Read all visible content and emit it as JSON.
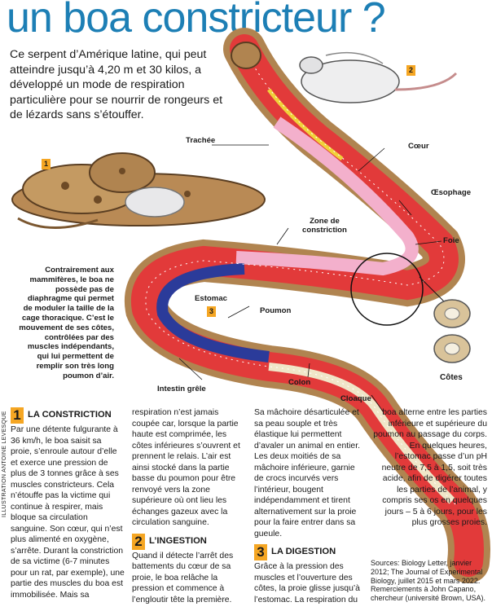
{
  "title": "un boa constricteur ?",
  "intro": "Ce serpent d’Amérique latine, qui peut atteindre jusqu’à 4,20 m et 30 kilos, a développé un mode de respiration particulière pour se nourrir de rongeurs et de lézards sans s’étouffer.",
  "badges": {
    "b1": "1",
    "b2": "2",
    "b3": "3"
  },
  "labels": {
    "trachee": "Trachée",
    "coeur": "Cœur",
    "oesophage": "Œsophage",
    "zone1": "Zone de",
    "zone2": "constriction",
    "foie": "Foie",
    "estomac": "Estomac",
    "poumon": "Poumon",
    "intestin": "Intestin grêle",
    "colon": "Colon",
    "cloaque": "Cloaque",
    "cotes": "Côtes"
  },
  "side_note": "Contrairement aux mammifères, le boa ne possède pas de diaphragme qui permet de moduler la taille de la cage thoracique. C’est le mouvement de ses côtes, contrôlées par des muscles indépendants, qui lui permettent de remplir son très long poumon d’air.",
  "sections": {
    "s1": {
      "num": "1",
      "title": "LA CONSTRICTION",
      "text": "Par une détente fulgurante à 36 km/h, le boa saisit sa proie, s’enroule autour d’elle et exerce une pression de plus de 3 tonnes grâce à ses muscles constricteurs. Cela n’étouffe pas la victime qui continue à respirer, mais bloque sa circulation sanguine. Son cœur, qui n’est plus alimenté en oxygène, s’arrête. Durant la constriction de sa victime (6-7 minutes pour un rat, par exemple), une partie des muscles du boa est immobilisée. Mais sa"
    },
    "s1_cont": "respiration n’est jamais coupée car, lorsque la partie haute est comprimée, les côtes inférieures s’ouvrent et prennent le relais. L’air est ainsi stocké dans la partie basse du poumon pour être renvoyé vers la zone supérieure où ont lieu les échanges gazeux avec la circulation sanguine.",
    "s2": {
      "num": "2",
      "title": "L’INGESTION",
      "text": "Quand il détecte l’arrêt des battements du cœur de sa proie, le boa relâche la pression et commence à l’engloutir tête la première."
    },
    "s2_cont": "Sa mâchoire désarticulée et sa peau souple et très élastique lui permettent d’avaler un animal en entier. Les deux moitiés de sa mâchoire inférieure, garnie de crocs incurvés vers l’intérieur, bougent indépendamment et tirent alternativement sur la proie pour la faire entrer dans sa gueule.",
    "s3": {
      "num": "3",
      "title": "LA DIGESTION",
      "text": "Grâce à la pression des muscles et l’ouverture des côtes, la proie glisse jusqu’à l’estomac. La respiration du"
    },
    "s3_cont": "boa alterne entre les parties inférieure et supérieure du poumon au passage du corps. En quelques heures, l’estomac passe d’un pH neutre de 7,5 à 1,5, soit très acide, afin de digérer toutes les parties de l’animal, y compris ses os en quelques jours – 5 à 6 jours, pour les plus grosses proies."
  },
  "credit": "ILLUSTRATION ANTOINE LEVESQUE",
  "sources": "Sources: Biology Letter, janvier 2012; The Journal of Experimental Biology, juillet 2015 et mars 2022. Remerciements à John Capano, chercheur (université Brown, USA).",
  "colors": {
    "title": "#1d7fb5",
    "badge": "#f5a623",
    "snake": "#b08450",
    "muscle": "#d63838",
    "lung": "#2b3b9a",
    "stomach_zone": "#f2a6c6"
  }
}
